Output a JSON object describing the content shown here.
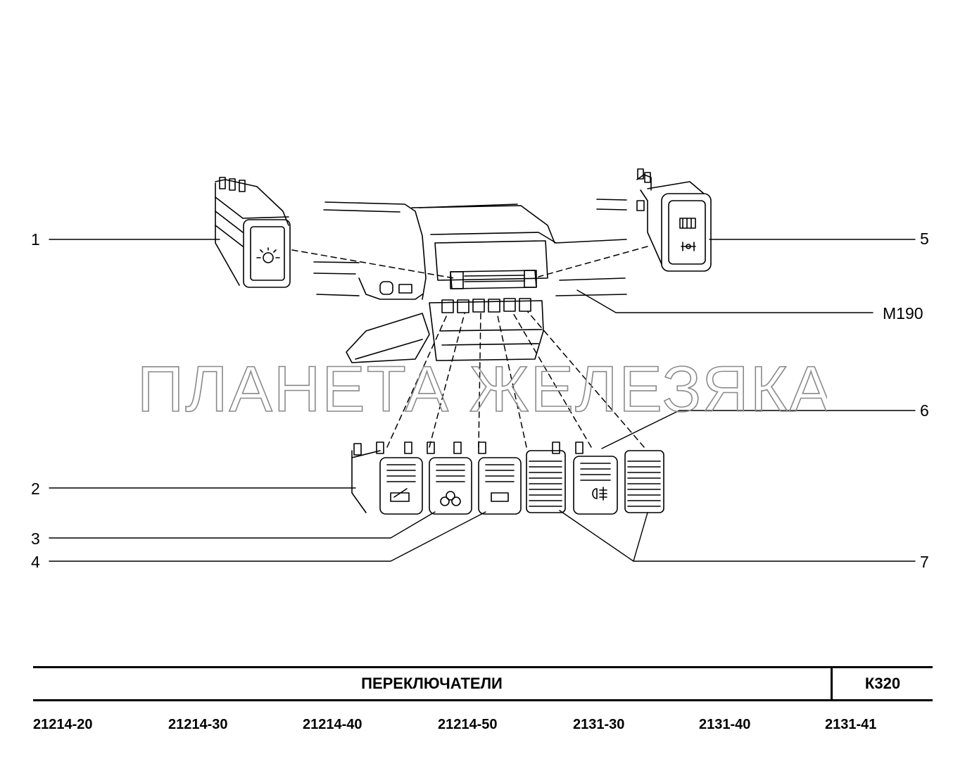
{
  "callouts": {
    "c1": "1",
    "c2": "2",
    "c3": "3",
    "c4": "4",
    "c5": "5",
    "c6": "6",
    "c7": "7",
    "ref": "М190"
  },
  "watermark": "ПЛАНЕТА ЖЕЛЕЗЯКА",
  "title": {
    "text": "ПЕРЕКЛЮЧАТЕЛИ",
    "code": "К320"
  },
  "models": [
    "21214-20",
    "21214-30",
    "21214-40",
    "21214-50",
    "2131-30",
    "2131-40",
    "2131-41"
  ],
  "icons": [
    "light-icon",
    "rear-wiper-icon",
    "fan-icon",
    "rear-defrost-icon",
    "fog-light-icon"
  ]
}
